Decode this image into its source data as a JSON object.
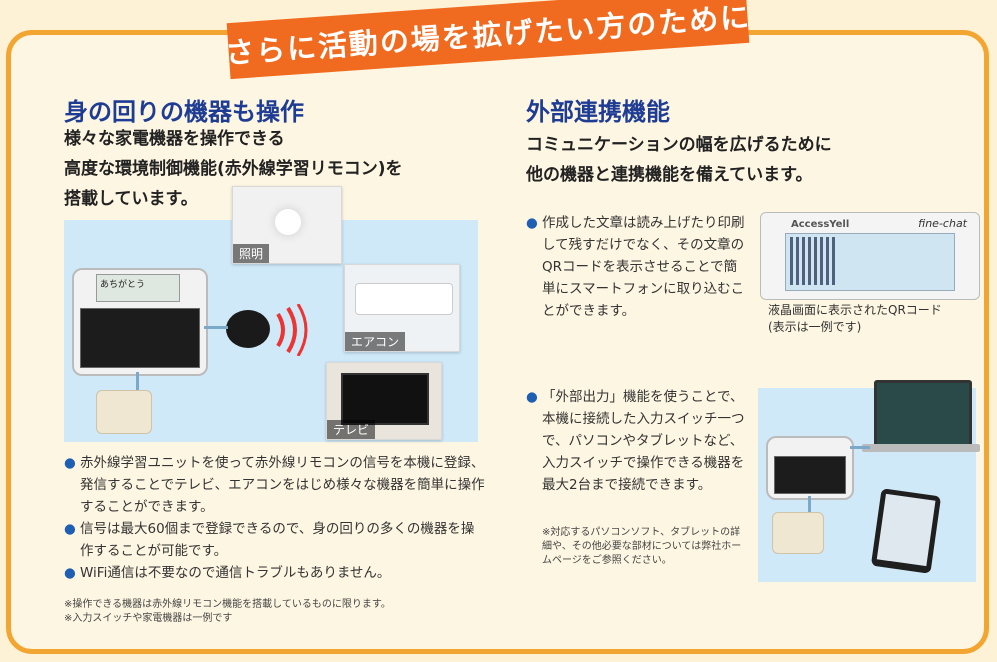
{
  "banner": "さらに活動の場を拡げたい方のために",
  "left": {
    "heading": "身の回りの機器も操作",
    "lead": [
      "様々な家電機器を操作できる",
      "高度な環境制御機能(赤外線学習リモコン)を",
      "搭載しています。"
    ],
    "labels": {
      "light": "照明",
      "aircon": "エアコン",
      "tv": "テレビ"
    },
    "device_label": "あちがとう",
    "bullets": [
      "赤外線学習ユニットを使って赤外線リモコンの信号を本機に登録、発信することでテレビ、エアコンをはじめ様々な機器を簡単に操作することができます。",
      "信号は最大60個まで登録できるので、身の回りの多くの機器を操作することが可能です。",
      "WiFi通信は不要なので通信トラブルもありません。"
    ],
    "notes": [
      "※操作できる機器は赤外線リモコン機能を搭載しているものに限ります。",
      "※入力スイッチや家電機器は一例です"
    ]
  },
  "right": {
    "heading": "外部連携機能",
    "lead": [
      "コミュニケーションの幅を広げるために",
      "他の機器と連携機能を備えています。"
    ],
    "bullet1": "作成した文章は読み上げたり印刷して残すだけでなく、その文章のQRコードを表示させることで簡単にスマートフォンに取り込むことができます。",
    "screen": {
      "brand": "AccessYell",
      "logo": "fine-chat",
      "caption": [
        "液晶画面に表示されたQRコード",
        "(表示は一例です)"
      ]
    },
    "bullet2": "「外部出力」機能を使うことで、本機に接続した入力スイッチ一つで、パソコンやタブレットなど、入力スイッチで操作できる機器を最大2台まで接続できます。",
    "note2": "※対応するパソコンソフト、タブレットの詳細や、その他必要な部材については弊社ホームページをご参照ください。"
  },
  "colors": {
    "accent": "#f3a532",
    "banner": "#f06a1f",
    "heading": "#1e3c94",
    "bullet": "#1e5fb4"
  }
}
